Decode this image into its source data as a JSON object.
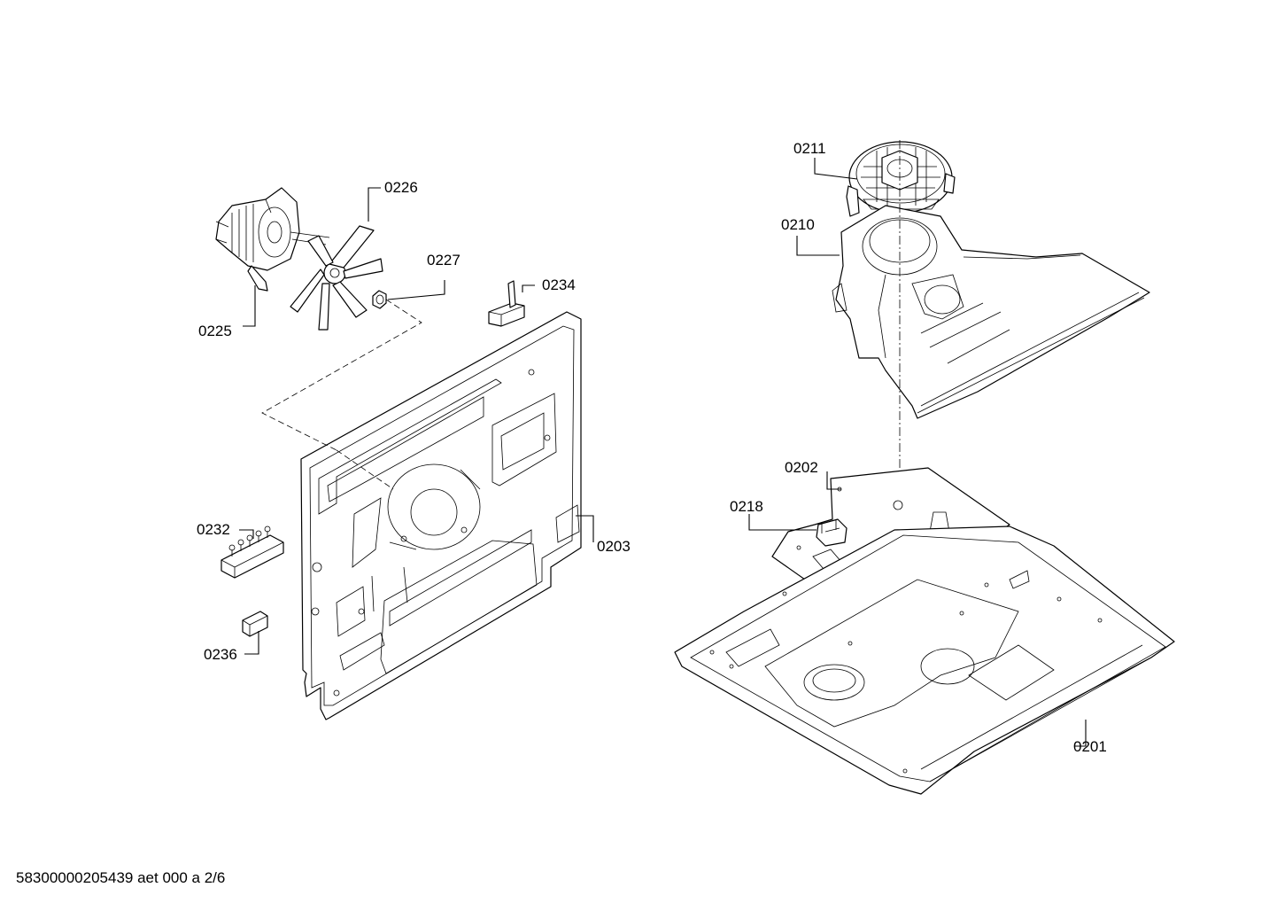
{
  "labels": {
    "p0201": "0201",
    "p0202": "0202",
    "p0203": "0203",
    "p0210": "0210",
    "p0211": "0211",
    "p0218": "0218",
    "p0225": "0225",
    "p0226": "0226",
    "p0227": "0227",
    "p0232": "0232",
    "p0234": "0234",
    "p0236": "0236"
  },
  "footer": "58300000205439 aet 000 a 2/6"
}
